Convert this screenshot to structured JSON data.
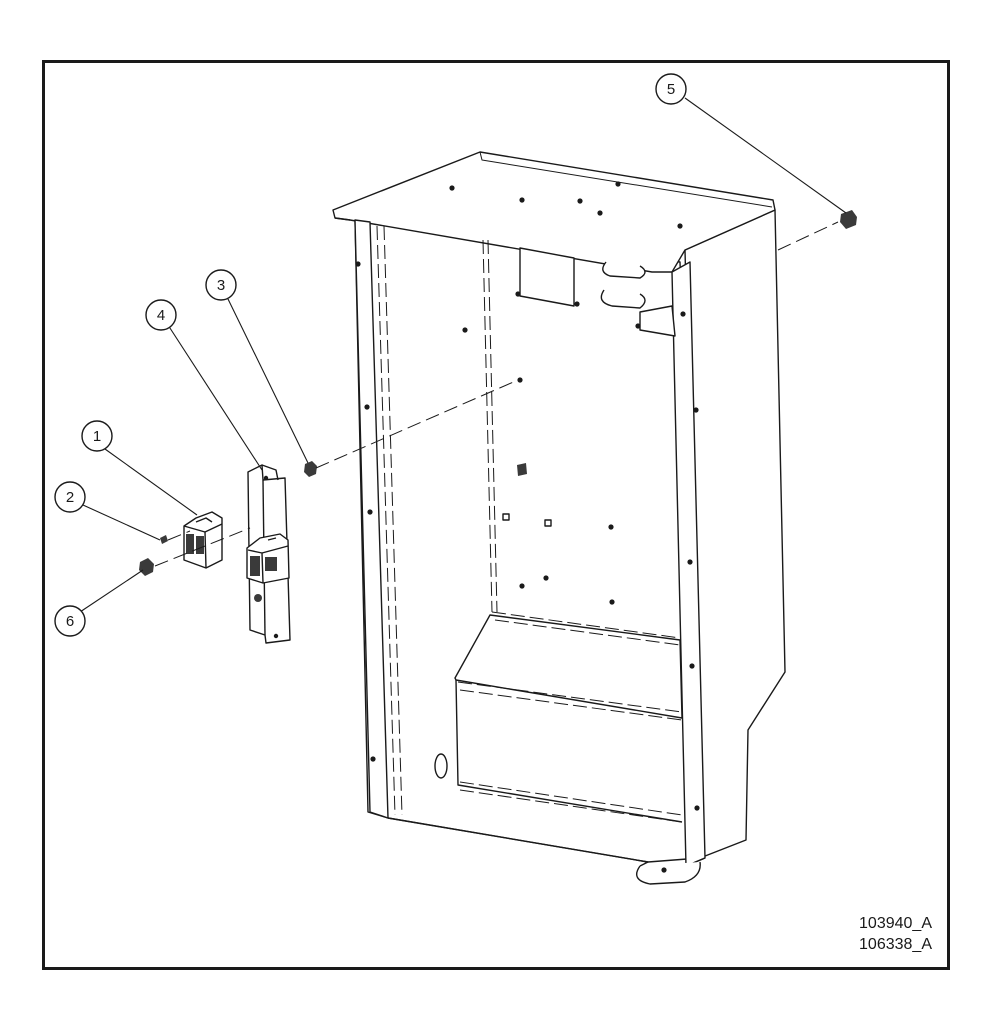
{
  "callouts": [
    {
      "id": "callout-1",
      "label": "1"
    },
    {
      "id": "callout-2",
      "label": "2"
    },
    {
      "id": "callout-3",
      "label": "3"
    },
    {
      "id": "callout-4",
      "label": "4"
    },
    {
      "id": "callout-5",
      "label": "5"
    },
    {
      "id": "callout-6",
      "label": "6"
    }
  ],
  "drawing_numbers": [
    "103940_A",
    "106338_A"
  ],
  "colors": {
    "line": "#1a1a1a",
    "fill": "#ffffff",
    "shade": "#3a3a3a"
  }
}
